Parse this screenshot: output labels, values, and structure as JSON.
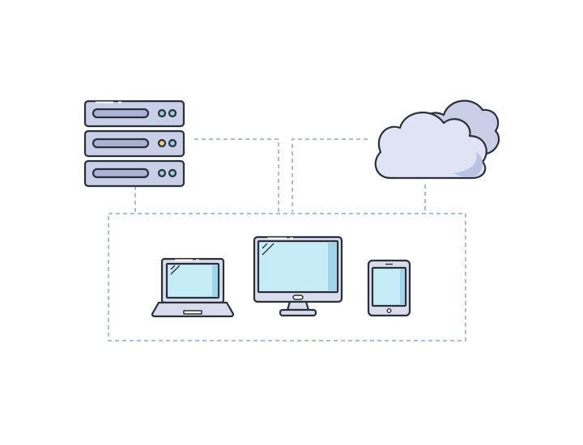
{
  "diagram": {
    "nodes": [
      {
        "id": "server",
        "icon": "server-rack-icon",
        "units": 3,
        "led_colors": [
          [
            "#8fd3e0",
            "#8fd3e0"
          ],
          [
            "#f2d36b",
            "#8fd3e0"
          ],
          [
            "#8fd3e0",
            "#8fd3e0"
          ]
        ]
      },
      {
        "id": "cloud",
        "icon": "cloud-icon"
      },
      {
        "id": "laptop",
        "icon": "laptop-icon"
      },
      {
        "id": "monitor",
        "icon": "desktop-monitor-icon"
      },
      {
        "id": "tablet",
        "icon": "tablet-icon"
      }
    ],
    "connections": [
      {
        "from": "server",
        "to": "devices-group",
        "style": "dashed"
      },
      {
        "from": "cloud",
        "to": "devices-group",
        "style": "dashed"
      }
    ],
    "groups": [
      {
        "id": "devices-group",
        "members": [
          "laptop",
          "monitor",
          "tablet"
        ],
        "style": "dashed"
      }
    ]
  },
  "colors": {
    "outline": "#2b2f3a",
    "server_fill": "#c9cfe6",
    "server_slot": "#aab3d6",
    "cloud_fill": "#dfe3f3",
    "cloud_shade": "#b9c3e3",
    "screen_fill": "#c6ecf7",
    "screen_shade": "#9fd6ea",
    "device_body": "#d9dced",
    "dashed_line": "#8fa9cc"
  }
}
